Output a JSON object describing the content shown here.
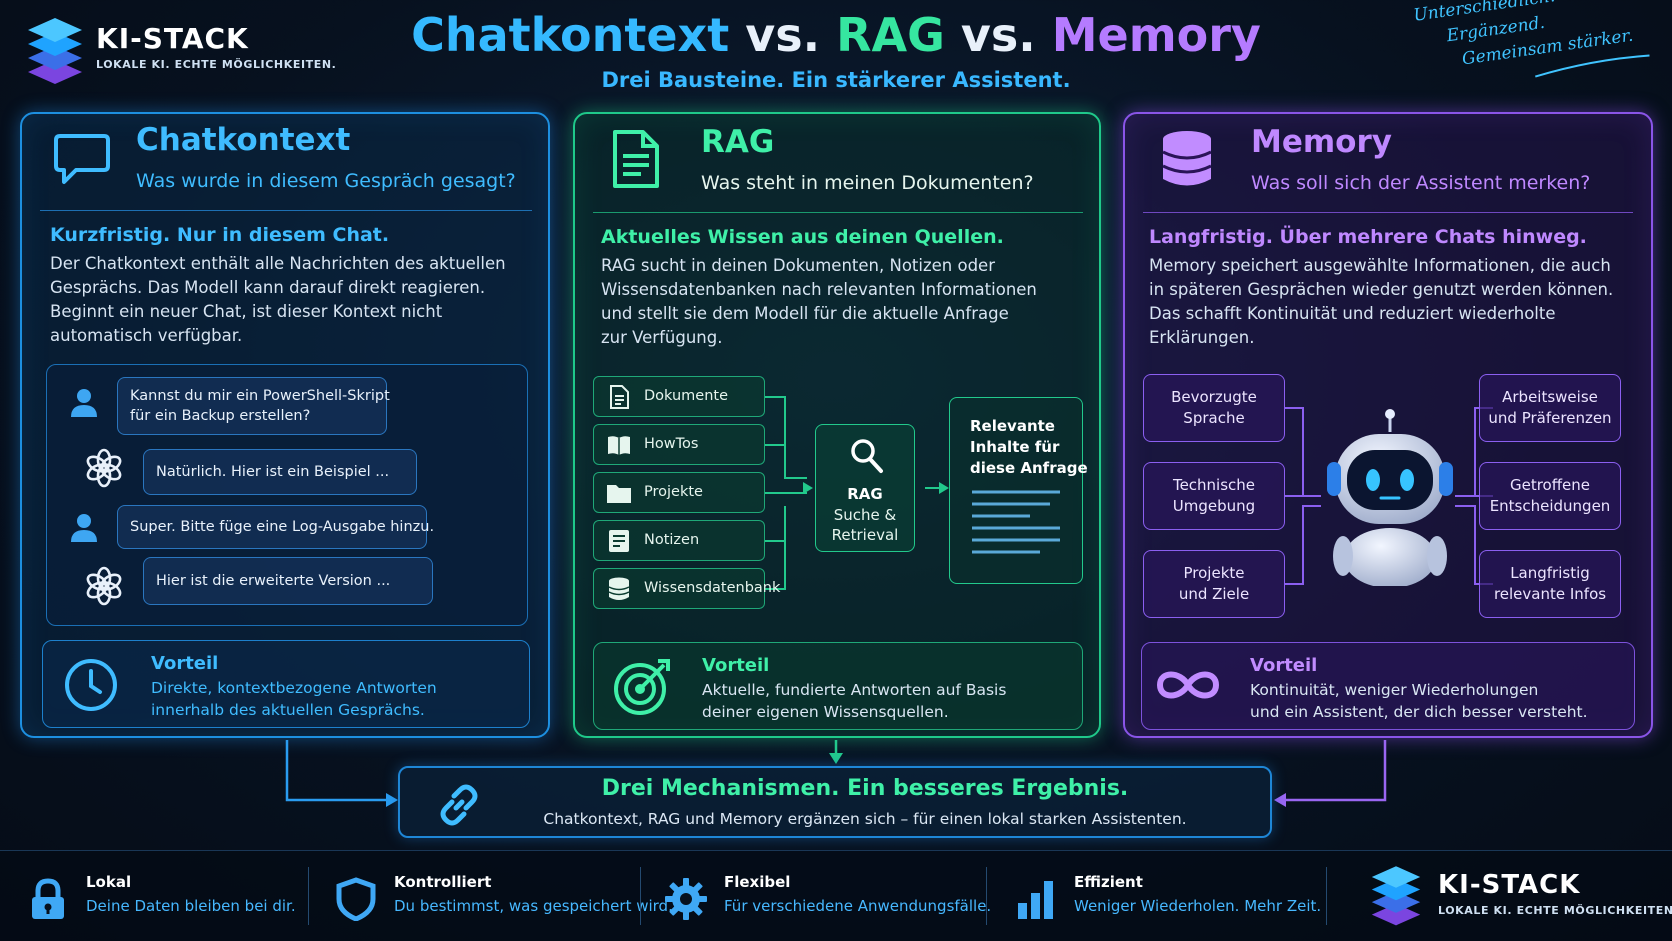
{
  "brand": {
    "name": "KI-STACK",
    "tagline": "LOKALE KI. ECHTE MÖGLICHKEITEN."
  },
  "title": {
    "part1": "Chatkontext",
    "vs1": " vs. ",
    "part2": "RAG",
    "vs2": " vs. ",
    "part3": "Memory",
    "subtitle": "Drei Bausteine. Ein stärkerer Assistent."
  },
  "note": [
    "Unterschiedlich.",
    "Ergänzend.",
    "Gemeinsam stärker."
  ],
  "colors": {
    "chat": "#35b9ff",
    "rag": "#36e6a0",
    "memory": "#b57bff",
    "background": "#07111f"
  },
  "chat": {
    "icon": "chat-bubble-icon",
    "title": "Chatkontext",
    "question": "Was wurde in diesem Gespräch gesagt?",
    "lead": "Kurzfristig. Nur in diesem Chat.",
    "text": [
      "Der Chatkontext enthält alle Nachrichten des aktuellen",
      "Gesprächs. Das Modell kann darauf direkt reagieren.",
      "Beginnt ein neuer Chat, ist dieser Kontext nicht",
      "automatisch verfügbar."
    ],
    "messages": [
      {
        "role": "user",
        "lines": [
          "Kannst du mir ein PowerShell-Skript",
          "für ein Backup erstellen?"
        ]
      },
      {
        "role": "assistant",
        "lines": [
          "Natürlich. Hier ist ein Beispiel ..."
        ]
      },
      {
        "role": "user",
        "lines": [
          "Super. Bitte füge eine Log-Ausgabe hinzu."
        ]
      },
      {
        "role": "assistant",
        "lines": [
          "Hier ist die erweiterte Version ..."
        ]
      }
    ],
    "advantage": {
      "icon": "clock-icon",
      "title": "Vorteil",
      "lines": [
        "Direkte, kontextbezogene Antworten",
        "innerhalb des aktuellen Gesprächs."
      ]
    }
  },
  "rag": {
    "icon": "document-icon",
    "title": "RAG",
    "question": "Was steht in meinen Dokumenten?",
    "lead": "Aktuelles Wissen aus deinen Quellen.",
    "text": [
      "RAG sucht in deinen Dokumenten, Notizen oder",
      "Wissensdatenbanken nach relevanten Informationen",
      "und stellt sie dem Modell für die aktuelle Anfrage",
      "zur Verfügung."
    ],
    "sources": [
      {
        "label": "Dokumente",
        "icon": "document-icon"
      },
      {
        "label": "HowTos",
        "icon": "book-icon"
      },
      {
        "label": "Projekte",
        "icon": "folder-icon"
      },
      {
        "label": "Notizen",
        "icon": "note-icon"
      },
      {
        "label": "Wissensdatenbank",
        "icon": "database-icon"
      }
    ],
    "center": {
      "icon": "search-icon",
      "label1": "RAG",
      "label2": "Suche &",
      "label3": "Retrieval"
    },
    "result": [
      "Relevante",
      "Inhalte für",
      "diese Anfrage"
    ],
    "advantage": {
      "icon": "target-icon",
      "title": "Vorteil",
      "lines": [
        "Aktuelle, fundierte Antworten auf Basis",
        "deiner eigenen Wissensquellen."
      ]
    }
  },
  "memory": {
    "icon": "database-icon",
    "title": "Memory",
    "question": "Was soll sich der Assistent merken?",
    "lead": "Langfristig. Über mehrere Chats hinweg.",
    "text": [
      "Memory speichert ausgewählte Informationen, die auch",
      "in späteren Gesprächen wieder genutzt werden können.",
      "Das schafft Kontinuität und reduziert wiederholte",
      "Erklärungen."
    ],
    "tags_left": [
      [
        "Bevorzugte",
        "Sprache"
      ],
      [
        "Technische",
        "Umgebung"
      ],
      [
        "Projekte",
        "und Ziele"
      ]
    ],
    "tags_right": [
      [
        "Arbeitsweise",
        "und Präferenzen"
      ],
      [
        "Getroffene",
        "Entscheidungen"
      ],
      [
        "Langfristig",
        "relevante Infos"
      ]
    ],
    "advantage": {
      "icon": "infinity-icon",
      "title": "Vorteil",
      "lines": [
        "Kontinuität, weniger Wiederholungen",
        "und ein Assistent, der dich besser versteht."
      ]
    }
  },
  "banner": {
    "icon": "link-icon",
    "title": "Drei Mechanismen. Ein besseres Ergebnis.",
    "subtitle": "Chatkontext, RAG und Memory ergänzen sich – für einen lokal starken Assistenten."
  },
  "footer": [
    {
      "icon": "lock-icon",
      "title": "Lokal",
      "text": "Deine Daten bleiben bei dir."
    },
    {
      "icon": "shield-icon",
      "title": "Kontrolliert",
      "text": "Du bestimmst, was gespeichert wird."
    },
    {
      "icon": "gear-icon",
      "title": "Flexibel",
      "text": "Für verschiedene Anwendungsfälle."
    },
    {
      "icon": "bar-chart-icon",
      "title": "Effizient",
      "text": "Weniger Wiederholen. Mehr Zeit."
    }
  ]
}
